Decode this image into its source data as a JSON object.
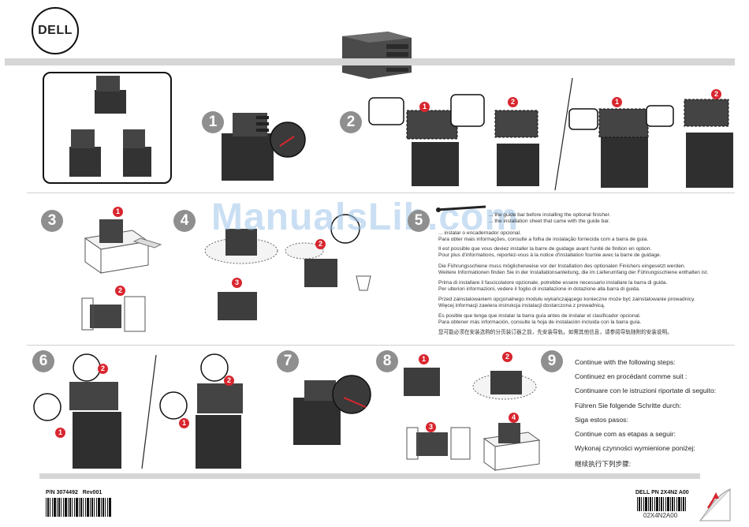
{
  "brand": {
    "logo_text": "DELL"
  },
  "steps": [
    "1",
    "2",
    "3",
    "4",
    "5",
    "6",
    "7",
    "8",
    "9"
  ],
  "callouts": [
    "1",
    "2",
    "3",
    "4"
  ],
  "step5_texts": [
    "... the guide bar before installing the optional finisher.",
    "... the installation sheet that came with the guide bar.",
    "... instalar o encadernador opcional.",
    "Para obter mais informações, consulte a folha de instalação fornecida com a barra de guia.",
    "Il est possible que vous deviez installer la barre de guidage avant l'unité de finition en option.",
    "Pour plus d'informations, reportez-vous à la notice d'installation fournie avec la barre de guidage.",
    "Die Führungsschiene muss möglicherweise vor der Installation des optionalen Finishers eingesetzt werden.",
    "Weitere Informationen finden Sie in der Installationsanleitung, die im Lieferumfang der Führungsschiene enthalten ist.",
    "Prima di installare il fascicolatore opzionale, potrebbe essere necessario installare la barra di guida.",
    "Per ulteriori informazioni, vedere il foglio di installazione in dotazione alla barra di guida.",
    "Przed zainstalowaniem opcjonalnego modułu wykańczającego konieczne może być zainstalowanie prowadnicy.",
    "Więcej informacji zawiera instrukcja instalacji dostarczona z prowadnicą.",
    "Es posible que tenga que instalar la barra guía antes de instalar el clasificador opcional.",
    "Para obtener más información, consulte la hoja de instalación incluida con la barra guía.",
    "您可能必须在安装选购的分页装订器之前，先安装导轨。如需其他信息，请参阅导轨随附的安装说明。"
  ],
  "step9_texts": [
    "Continue with the following steps:",
    "Continuez en procédant comme suit :",
    "Continuare con le istruzioni riportate di seguito:",
    "Führen Sie folgende Schritte durch:",
    "Siga estos pasos:",
    "Continue com as etapas a seguir:",
    "Wykonaj czynności wymienione poniżej:",
    "继续执行下列步骤:"
  ],
  "footer": {
    "part_number": "P/N 3074492",
    "revision": "Rev001",
    "dell_pn": "DELL PN 2X4N2 A00",
    "dell_pn_code": "02X4N2A00"
  },
  "watermark": "ManualsLib.com",
  "colors": {
    "callout_red": "#d8262f",
    "step_gray": "#8f8f8f",
    "printer_dark": "#2e2e2e"
  }
}
